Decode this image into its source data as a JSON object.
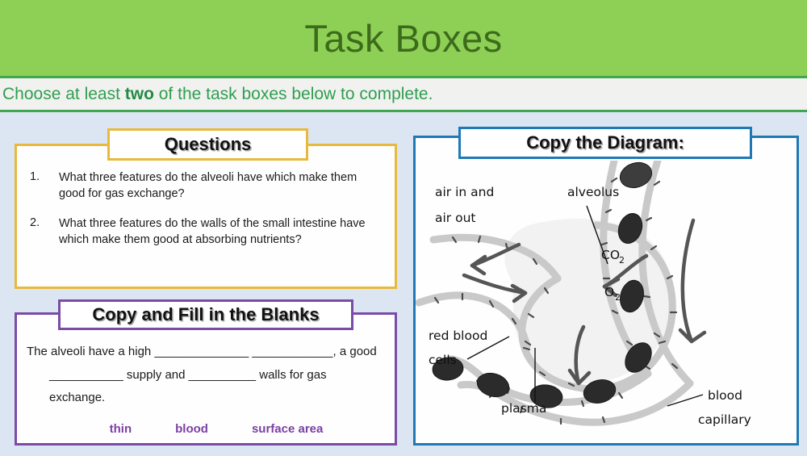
{
  "header": {
    "title": "Task Boxes",
    "title_bg": "#8ed055",
    "title_color": "#3d6b1c"
  },
  "subtitle": {
    "prefix": "Choose at least ",
    "emphasis": "two",
    "suffix": " of the task boxes below to complete.",
    "color": "#2f9e4f"
  },
  "questions_box": {
    "tab_label": "Questions",
    "accent": "#e8b93c",
    "items": [
      {
        "number": "1.",
        "text": "What three features do the alveoli have which make them good for gas exchange?"
      },
      {
        "number": "2.",
        "text": "What three features do the walls of the small intestine have which make them good at absorbing nutrients?"
      }
    ]
  },
  "blanks_box": {
    "tab_label": "Copy and Fill in the Blanks",
    "accent": "#7b4ba8",
    "line1": "The alveoli have a high ______________  ____________, a good",
    "line2": "___________ supply and __________ walls for gas exchange.",
    "word_bank": [
      "thin",
      "blood",
      "surface area"
    ],
    "word_color": "#7b3fa5"
  },
  "diagram_box": {
    "tab_label": "Copy the Diagram:",
    "accent": "#1f79b5",
    "labels": {
      "air_in": "air in and",
      "air_out": "air out",
      "alveolus": "alveolus",
      "co2": "CO",
      "co2_sub": "2",
      "o2": "O",
      "o2_sub": "2",
      "red_blood": "red blood",
      "cells": "cells",
      "plasma": "plasma",
      "blood": "blood",
      "capillary": "capillary"
    }
  }
}
